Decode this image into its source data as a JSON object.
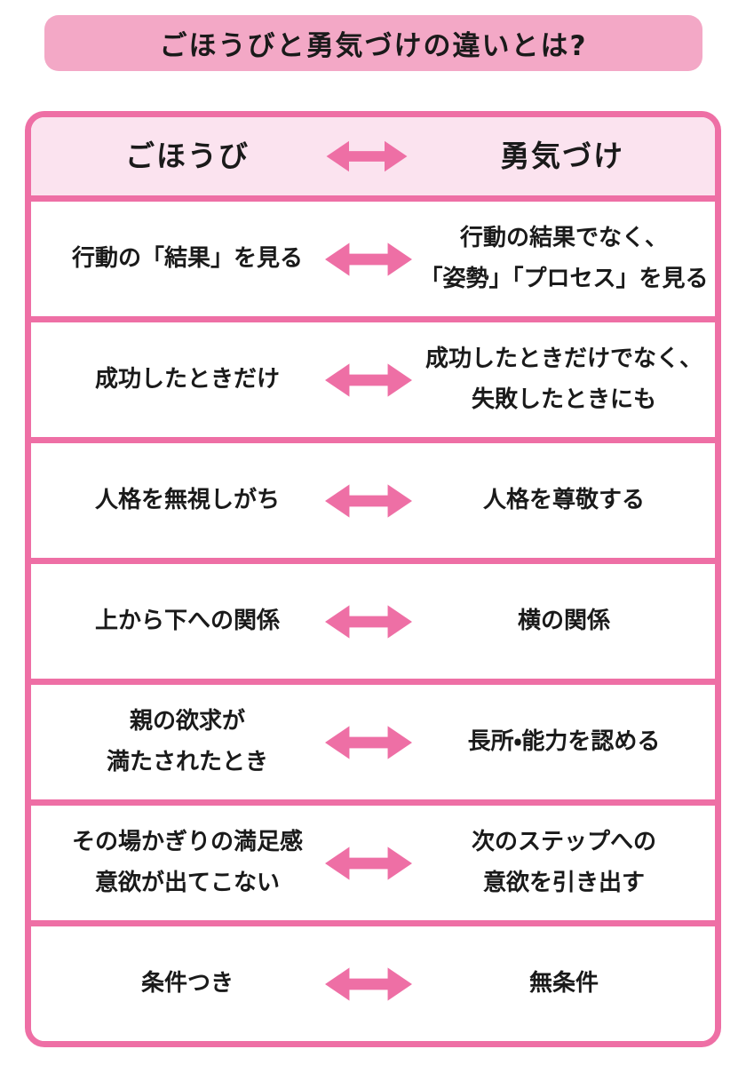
{
  "title": "ごほうびと勇気づけの違いとは?",
  "colors": {
    "accent": "#ee6fa5",
    "banner": "#f3a8c6",
    "header_bg": "#fbe3ef",
    "text": "#1a1a1a",
    "row_bg": "#ffffff"
  },
  "icons": {
    "arrow": "double-headed-horizontal-arrow"
  },
  "table": {
    "header": {
      "left": "ごほうび",
      "right": "勇気づけ"
    },
    "rows": [
      {
        "left": "行動の「結果」を見る",
        "right": "行動の結果でなく、\n「姿勢」「プロセス」を見る"
      },
      {
        "left": "成功したときだけ",
        "right": "成功したときだけでなく、\n失敗したときにも"
      },
      {
        "left": "人格を無視しがち",
        "right": "人格を尊敬する"
      },
      {
        "left": "上から下への関係",
        "right": "横の関係"
      },
      {
        "left": "親の欲求が\n満たされたとき",
        "right": "長所・能力を認める"
      },
      {
        "left": "その場かぎりの満足感\n意欲が出てこない",
        "right": "次のステップへの\n意欲を引き出す"
      },
      {
        "left": "条件つき",
        "right": "無条件"
      }
    ]
  }
}
